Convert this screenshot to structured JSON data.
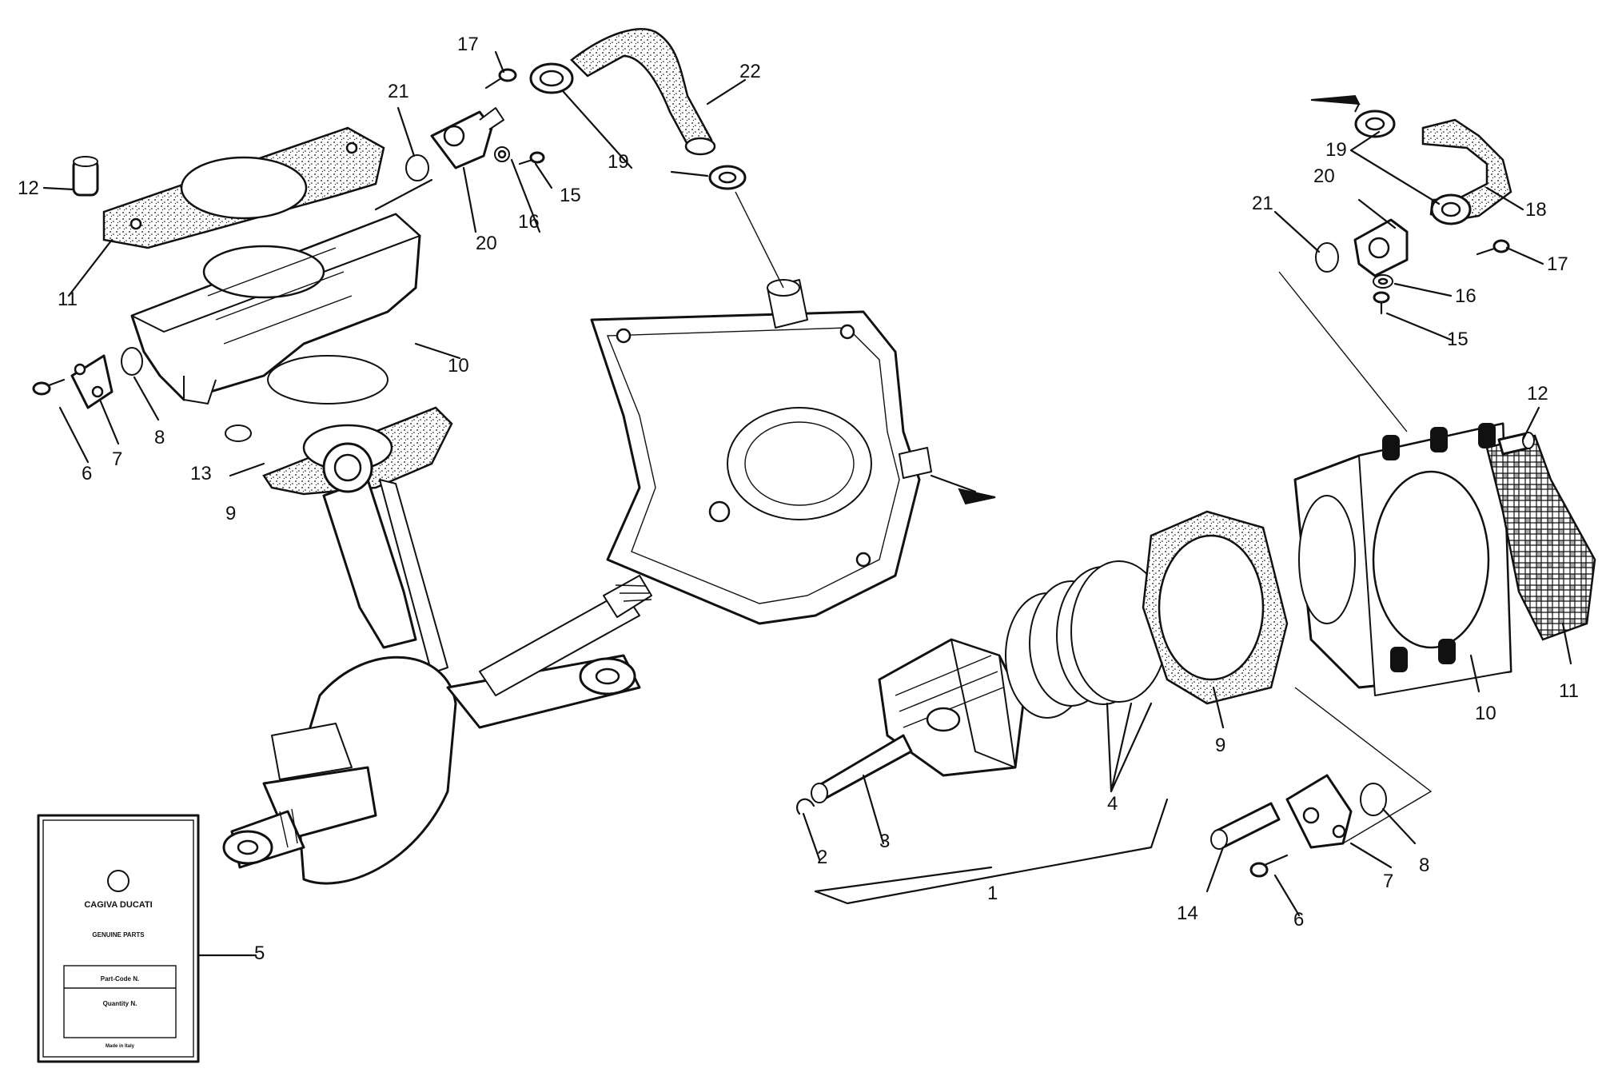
{
  "callouts": {
    "c1": "1",
    "c2": "2",
    "c3": "3",
    "c4": "4",
    "c5": "5",
    "c6_left": "6",
    "c7_left": "7",
    "c8_left": "8",
    "c9_left": "9",
    "c10_left": "10",
    "c11_left": "11",
    "c12_left": "12",
    "c13": "13",
    "c15_left": "15",
    "c16_left": "16",
    "c17_left": "17",
    "c19_left": "19",
    "c20_left": "20",
    "c21_left": "21",
    "c22": "22",
    "c6_right": "6",
    "c7_right": "7",
    "c8_right": "8",
    "c9_right": "9",
    "c10_right": "10",
    "c11_right": "11",
    "c12_right": "12",
    "c14": "14",
    "c15_right": "15",
    "c16_right": "16",
    "c17_right": "17",
    "c18": "18",
    "c19_right": "19",
    "c20_right": "20",
    "c21_right": "21"
  },
  "parts_card": {
    "brand": "CAGIVA DUCATI",
    "subtitle": "GENUINE PARTS",
    "part_code_label": "Part-Code N.",
    "quantity_label": "Quantity N.",
    "footer": "Made in Italy"
  },
  "colors": {
    "ink": "#111111",
    "paper": "#ffffff"
  }
}
